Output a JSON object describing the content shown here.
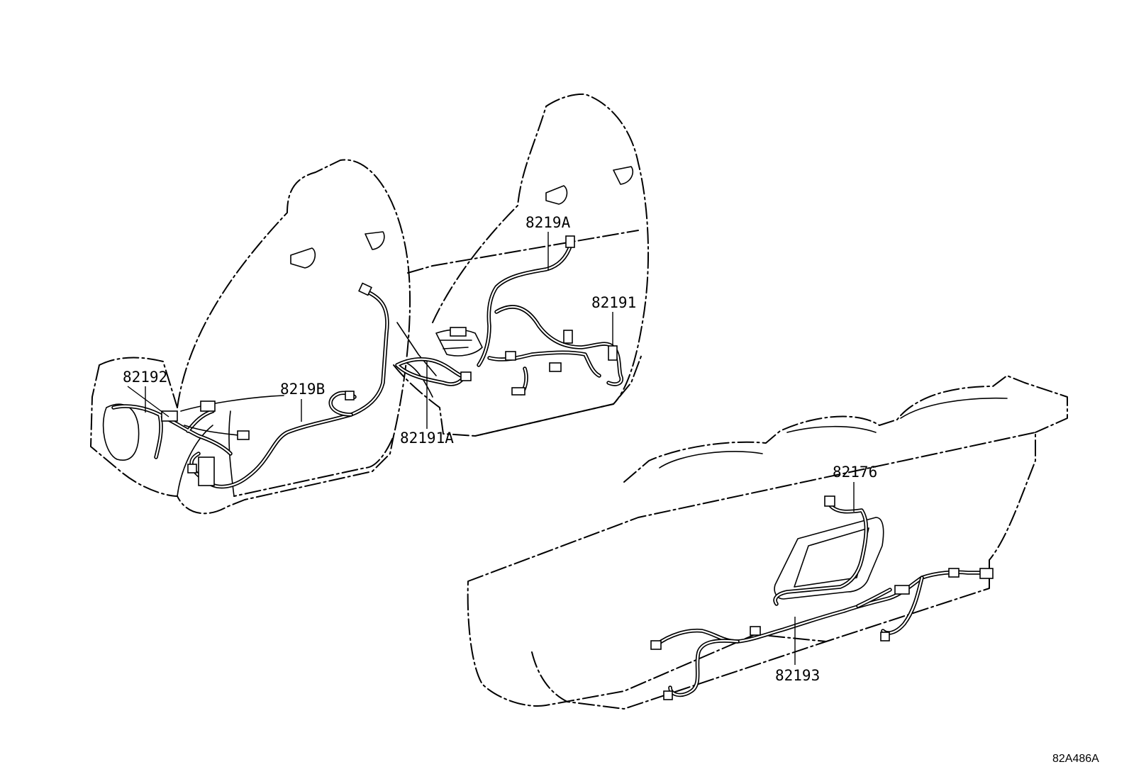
{
  "parts": {
    "p82192": "82192",
    "p8219B": "8219B",
    "p82191A": "82191A",
    "p8219A": "8219A",
    "p82191": "82191",
    "p82176": "82176",
    "p82193": "82193"
  },
  "diagram_code": "82A486A"
}
